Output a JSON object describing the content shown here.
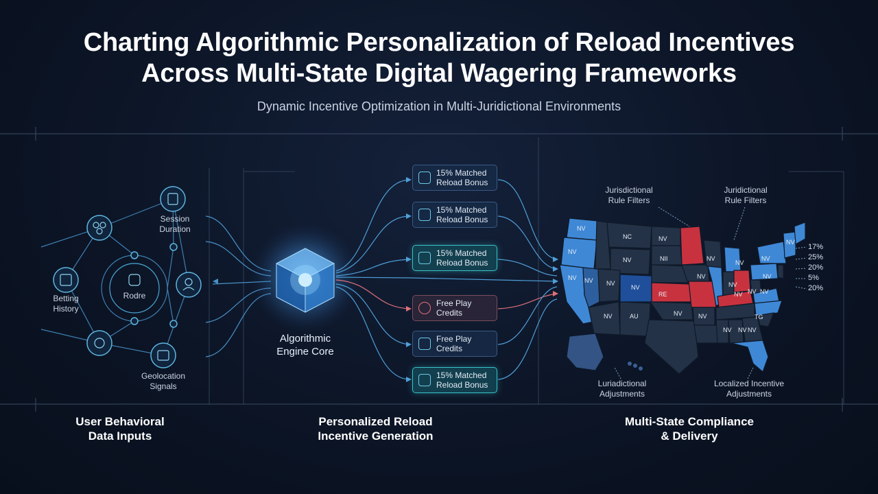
{
  "title": {
    "line1": "Charting Algorithmic Personalization of Reload Incentives",
    "line2": "Across Multi-State Digital Wagering Frameworks"
  },
  "subtitle": "Dynamic Incentive Optimization in Multi-Juridictional Environments",
  "inputs": {
    "session": [
      "Session",
      "Duration"
    ],
    "betting": [
      "Betting",
      "History"
    ],
    "center": "Rodre",
    "geo": [
      "Geolocation",
      "Signals"
    ]
  },
  "engine": [
    "Algorithmic",
    "Engine Core"
  ],
  "cards": [
    {
      "line1": "15% Matched",
      "line2": "Reload Bonus",
      "style": "blue"
    },
    {
      "line1": "15% Matched",
      "line2": "Reload Bonus",
      "style": "blue"
    },
    {
      "line1": "15% Matched",
      "line2": "Reload Bonus",
      "style": "teal"
    },
    {
      "line1": "Free Play",
      "line2": "Credits",
      "style": "red"
    },
    {
      "line1": "Free Play",
      "line2": "Credits",
      "style": "blue"
    },
    {
      "line1": "15% Matched",
      "line2": "Reload Bonus",
      "style": "teal"
    }
  ],
  "map": {
    "filter_left": [
      "Jurisdictional",
      "Rule Filters"
    ],
    "filter_right": [
      "Juridictional",
      "Rule Filters"
    ],
    "adjust_left": [
      "Luriadictional",
      "Adjustments"
    ],
    "adjust_right": [
      "Localized Incentive",
      "Adjustments"
    ],
    "percentages": [
      "17%",
      "25%",
      "20%",
      "5%",
      "20%"
    ],
    "state_labels": [
      "NV",
      "NV",
      "NC",
      "NV",
      "NV",
      "NII",
      "NV",
      "NV",
      "NV",
      "NV",
      "RE",
      "NV",
      "NV",
      "NV",
      "AU",
      "NV",
      "NV",
      "NV",
      "NV",
      "NV",
      "NV",
      "NV",
      "NV",
      "NV",
      "NV",
      "TG",
      "NV",
      "NV",
      "NV"
    ],
    "colors": {
      "blue": "#3f88d6",
      "red": "#c8323f",
      "dark": "#243247",
      "navy": "#1f4f9a"
    }
  },
  "columns": {
    "left": [
      "User Behavioral",
      "Data Inputs"
    ],
    "middle": [
      "Personalized Reload",
      "Incentive Generation"
    ],
    "right": [
      "Multi-State Compliance",
      "& Delivery"
    ]
  }
}
